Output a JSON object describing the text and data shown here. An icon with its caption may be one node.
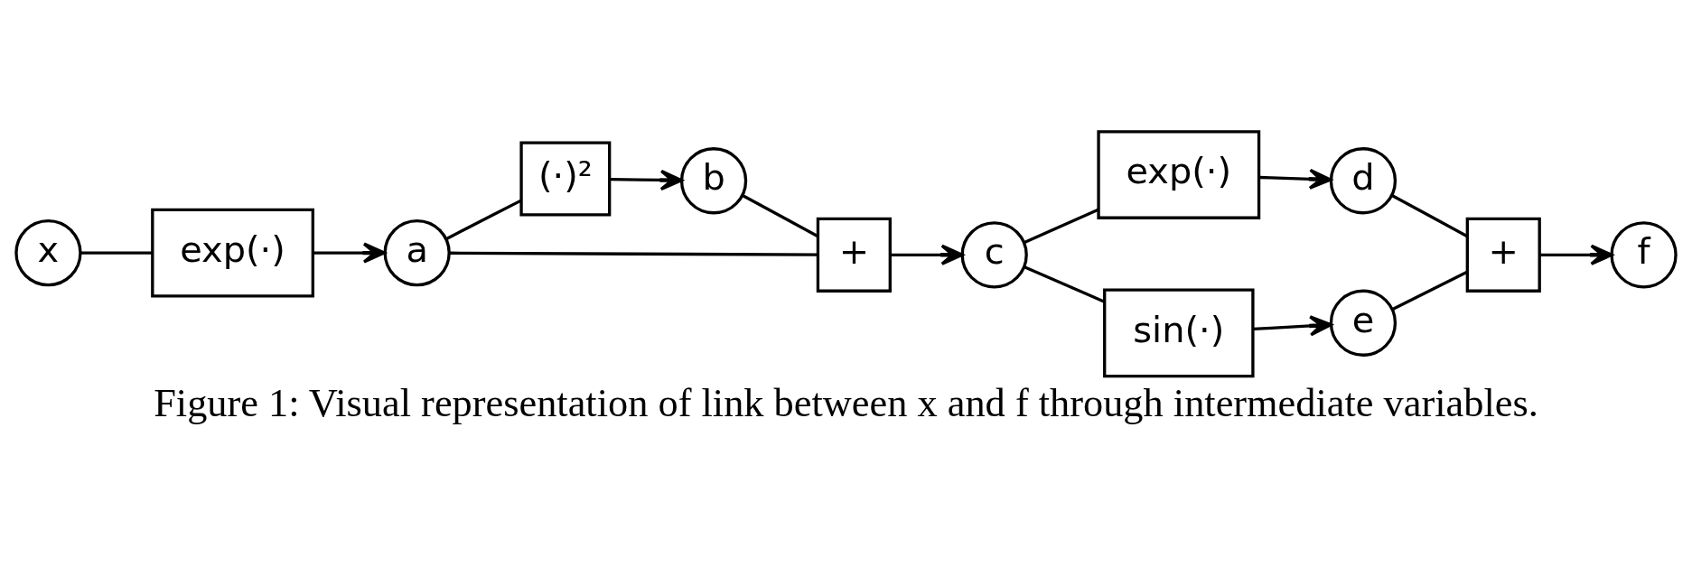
{
  "diagram": {
    "caption": "Figure 1: Visual representation of link between x and f through intermediate variables.",
    "nodes": [
      {
        "text": [
          "x"
        ]
      },
      {
        "text": [
          "exp(·)"
        ]
      },
      {
        "text": [
          "a"
        ]
      },
      {
        "text": [
          "(·)²"
        ]
      },
      {
        "text": [
          "b"
        ]
      },
      {
        "text": [
          "+"
        ]
      },
      {
        "text": [
          "c"
        ]
      },
      {
        "text": [
          "exp(·)"
        ]
      },
      {
        "text": [
          "d"
        ]
      },
      {
        "text": [
          "sin(·)"
        ]
      },
      {
        "text": [
          "e"
        ]
      },
      {
        "text": [
          "+"
        ]
      },
      {
        "text": [
          "f"
        ]
      }
    ],
    "edges": [
      {
        "from": 0,
        "to": 1,
        "arrow": "none"
      },
      {
        "from": 1,
        "to": 2,
        "arrow": "to"
      },
      {
        "from": 2,
        "to": 3,
        "arrow": "none"
      },
      {
        "from": 3,
        "to": 4,
        "arrow": "to"
      },
      {
        "from": 4,
        "to": 5,
        "arrow": "none"
      },
      {
        "from": 2,
        "to": 5,
        "arrow": "none"
      },
      {
        "from": 5,
        "to": 6,
        "arrow": "to"
      },
      {
        "from": 6,
        "to": 7,
        "arrow": "none"
      },
      {
        "from": 6,
        "to": 9,
        "arrow": "none"
      },
      {
        "from": 7,
        "to": 8,
        "arrow": "to"
      },
      {
        "from": 9,
        "to": 10,
        "arrow": "to"
      },
      {
        "from": 8,
        "to": 11,
        "arrow": "none"
      },
      {
        "from": 10,
        "to": 11,
        "arrow": "none"
      },
      {
        "from": 11,
        "to": 12,
        "arrow": "to"
      }
    ]
  }
}
